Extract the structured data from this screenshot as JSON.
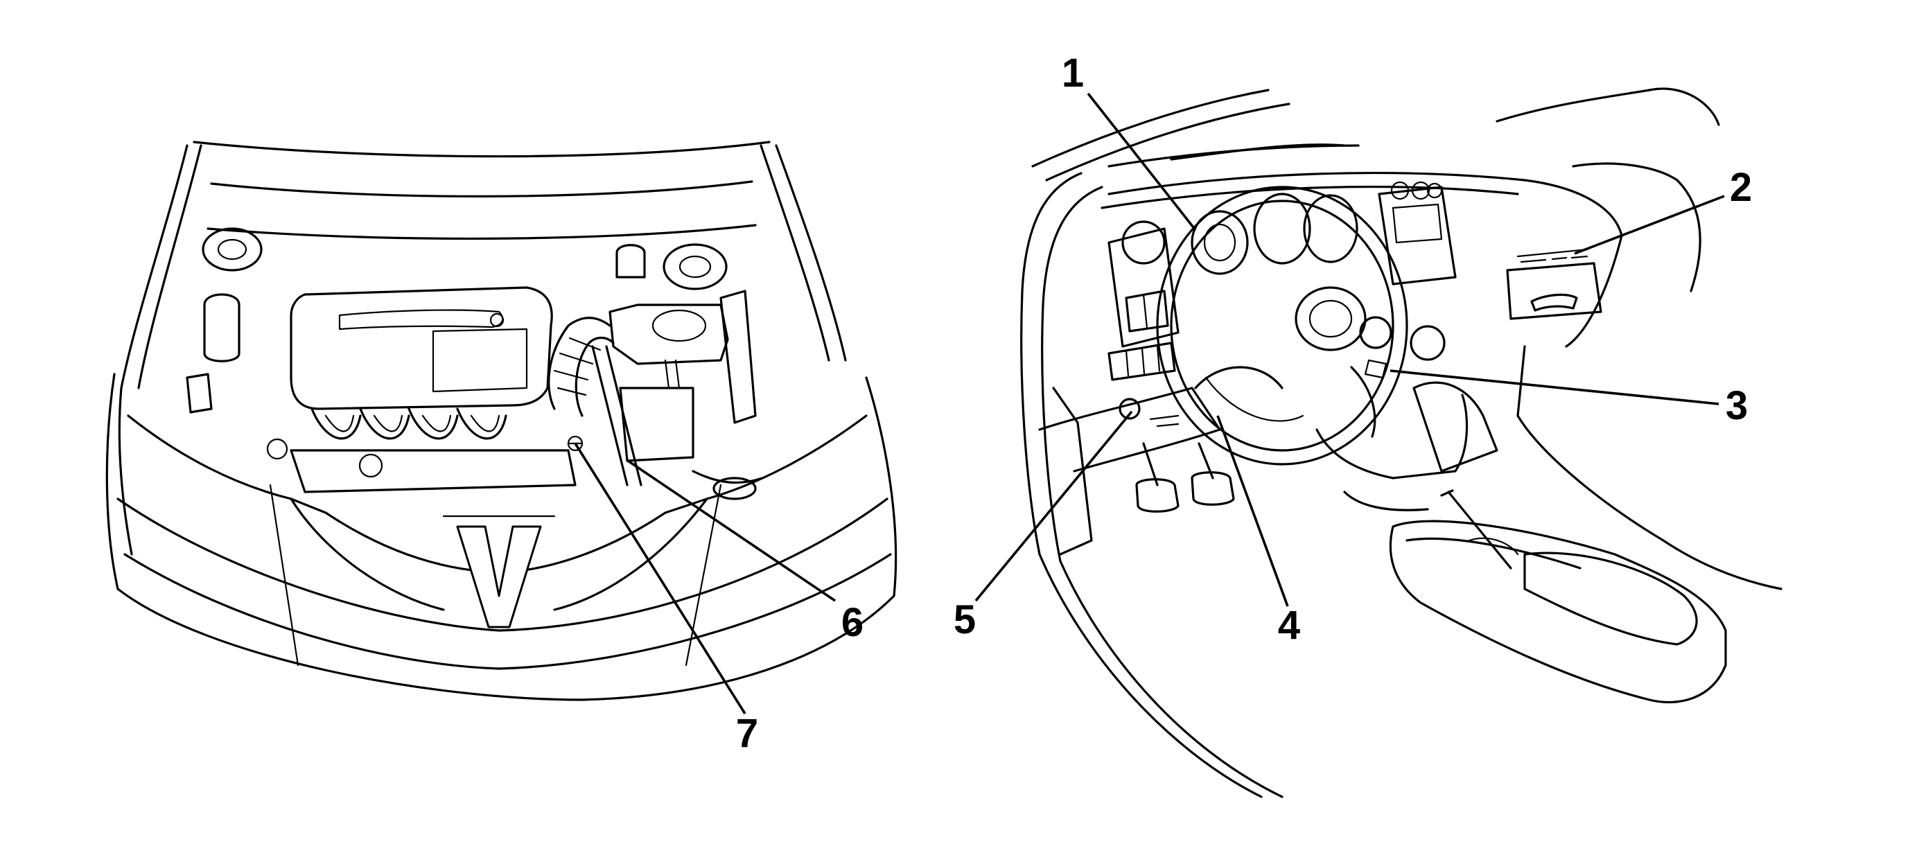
{
  "callouts": [
    {
      "id": "1",
      "label": "1"
    },
    {
      "id": "2",
      "label": "2"
    },
    {
      "id": "3",
      "label": "3"
    },
    {
      "id": "4",
      "label": "4"
    },
    {
      "id": "5",
      "label": "5"
    },
    {
      "id": "6",
      "label": "6"
    },
    {
      "id": "7",
      "label": "7"
    }
  ],
  "panels": {
    "engine_bay": {
      "subject": "engine-compartment-illustration"
    },
    "interior": {
      "subject": "vehicle-interior-dashboard-illustration"
    }
  },
  "colors": {
    "line": "#000000",
    "background": "#ffffff"
  }
}
